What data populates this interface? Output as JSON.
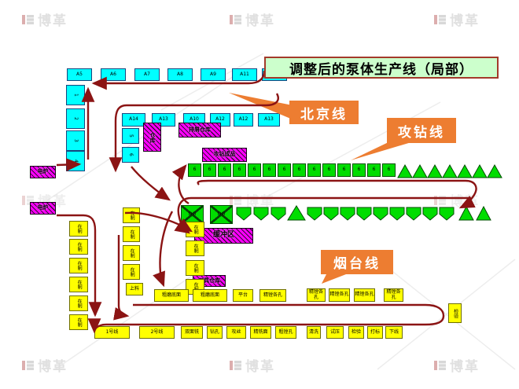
{
  "title": "调整后的泵体生产线（局部）",
  "watermark": {
    "brand": "博革"
  },
  "callouts": {
    "beijing": "北京线",
    "drill": "攻钻线",
    "yantai": "烟台线"
  },
  "colors": {
    "accent_orange": "#ed7d31",
    "title_bg": "#ccffcc",
    "arrow": "#8b1414",
    "machine_cyan": "#00ffff",
    "storage_magenta": "#ff00ff",
    "product_green": "#00dd00",
    "station_yellow": "#ffff00"
  },
  "machines": {
    "top_row": [
      "A5",
      "A6",
      "A7",
      "A8",
      "A9",
      "A11",
      "A12"
    ],
    "second_row": [
      "A14",
      "A13",
      "A10",
      "A12",
      "A12",
      "A13"
    ],
    "left_column": [
      "1",
      "2",
      "3",
      "4"
    ],
    "stacked_pair": [
      "5",
      "6"
    ],
    "crossed_squares": [
      "DG",
      "DG"
    ]
  },
  "storage": {
    "rack": "仓库",
    "chip": "排屑仓库",
    "finished": "攻钻成品",
    "buffer": "缓冲区",
    "tool": "刀具仓库",
    "furnace_top": "电炉",
    "furnace_bottom": "电炉"
  },
  "flow_rows": {
    "row1": {
      "squares": 14,
      "triangles": 7,
      "unit": "6"
    },
    "row2": {
      "pent_group1": 3,
      "mid_triangles": 1,
      "pent_group2": 9,
      "end_triangles": 2
    }
  },
  "wip_columns": {
    "col1": [
      "在制",
      "在制",
      "在制",
      "在制",
      "在制",
      "在制"
    ],
    "col2": [
      "在制",
      "在制",
      "在制",
      "在制"
    ],
    "col3": [
      "在制",
      "在制",
      "在制",
      "在制"
    ]
  },
  "machining_row": [
    "上料",
    "粗磨底面",
    "粗磨底面",
    "平台",
    "精镗各孔",
    "精镗各孔",
    "精镗各孔",
    "精镗各孔",
    "精镗各孔"
  ],
  "vertical_station": "检验",
  "bottom_row": [
    "1号线",
    "2号线",
    "双面铣",
    "钻孔",
    "攻丝",
    "精铣面",
    "粗镗孔",
    "清洗",
    "试压",
    "检验",
    "打标",
    "下线"
  ]
}
